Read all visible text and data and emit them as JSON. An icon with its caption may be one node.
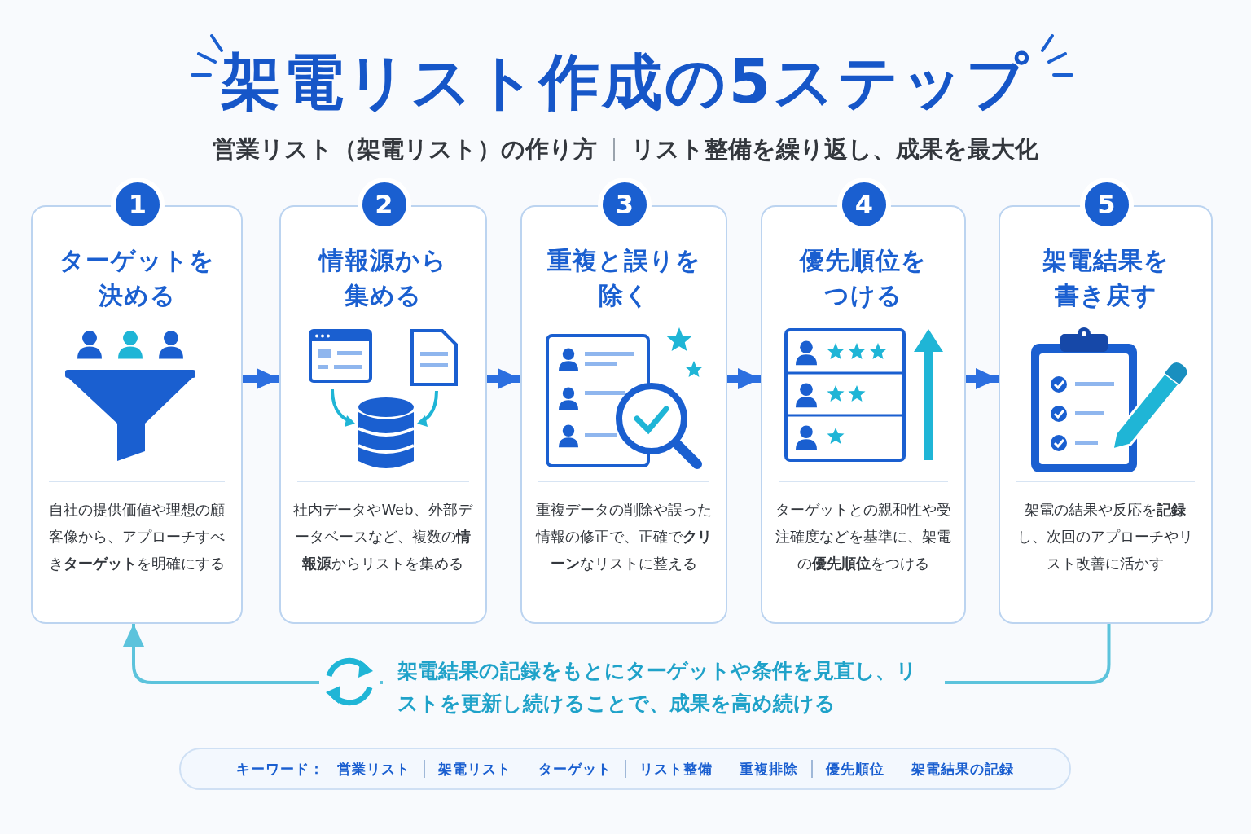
{
  "diagram": {
    "title": "架電リスト作成の5ステップ",
    "nodes": [
      {
        "text": [
          "1",
          "ターゲットを決める",
          "自社の提供価値や理想の顧客像から、アプローチすべき**ターゲット**を明確にする"
        ]
      },
      {
        "text": [
          "2",
          "情報源から集める",
          "社内データやWeb、外部データベースなど、複数の**情報源**からリストを集める"
        ]
      },
      {
        "text": [
          "3",
          "重複と誤りを除く",
          "重複データの削除や誤った情報の修正で、正確で**クリーン**なリストに整える"
        ]
      },
      {
        "text": [
          "4",
          "優先順位をつける",
          "ターゲットとの親和性や受注確度などを基準に、架電の**優先順位**をつける"
        ]
      },
      {
        "text": [
          "5",
          "架電結果を書き戻す",
          "架電の結果や反応を**記録**し、次回のアプローチやリスト改善に活かす"
        ]
      }
    ],
    "edges": [
      {
        "from": 0,
        "to": 1,
        "arrow": "to"
      },
      {
        "from": 1,
        "to": 2,
        "arrow": "to"
      },
      {
        "from": 2,
        "to": 3,
        "arrow": "to"
      },
      {
        "from": 3,
        "to": 4,
        "arrow": "to"
      },
      {
        "from": 4,
        "to": 0,
        "arrow": "to",
        "color": "#5cc3dc",
        "label": "架電結果の記録をもとにターゲットや条件を見直し、**リストを更新し続ける**ことで、成果を高め続ける"
      }
    ],
    "labels": [
      "**営業リスト（架電リスト）**の作り方",
      "**リスト整備**を繰り返し、成果を最大化",
      "キーワード：",
      "営業リスト",
      "架電リスト",
      "ターゲット",
      "リスト整備",
      "重複排除",
      "優先順位",
      "架電結果の記録"
    ]
  }
}
